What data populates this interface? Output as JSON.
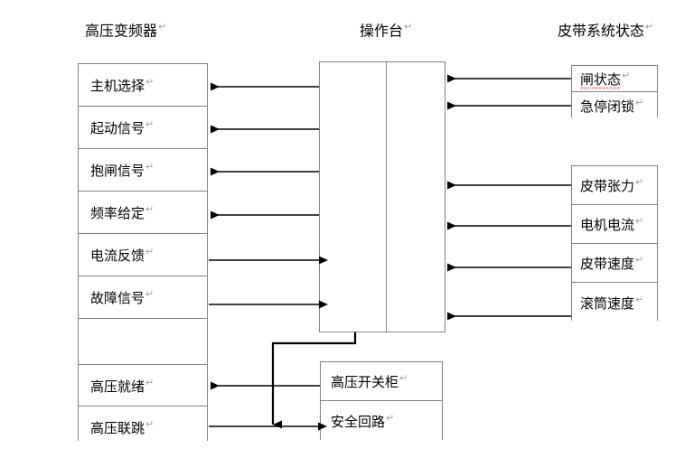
{
  "diagram": {
    "titles": {
      "left": "高压变频器",
      "center": "操作台",
      "right": "皮带系统状态"
    },
    "pilcrow": "↵",
    "colors": {
      "box_border": "#808080",
      "arrow": "#000000",
      "text": "#000000",
      "background": "#ffffff",
      "spellcheck_underline": "#e01b1b"
    },
    "left_column": {
      "name": "高压变频器",
      "rows": [
        {
          "label": "主机选择",
          "direction": "in"
        },
        {
          "label": "起动信号",
          "direction": "in"
        },
        {
          "label": "抱闸信号",
          "direction": "in"
        },
        {
          "label": "频率给定",
          "direction": "in"
        },
        {
          "label": "电流反馈",
          "direction": "out"
        },
        {
          "label": "故障信号",
          "direction": "out"
        },
        {
          "label": "",
          "direction": "none"
        },
        {
          "label": "高压就绪",
          "direction": "in-from-switchgear"
        },
        {
          "label": "高压联跳",
          "direction": "out-to-safety"
        }
      ]
    },
    "center_console": {
      "label": "操作台"
    },
    "right_top_group": {
      "rows": [
        {
          "label": "闸状态",
          "spellcheck": true,
          "direction": "out"
        },
        {
          "label": "急停闭锁",
          "spellcheck": false,
          "direction": "out"
        }
      ]
    },
    "right_bottom_group": {
      "rows": [
        {
          "label": "皮带张力",
          "direction": "out"
        },
        {
          "label": "电机电流",
          "direction": "out"
        },
        {
          "label": "皮带速度",
          "direction": "out"
        },
        {
          "label": "滚筒速度",
          "direction": "out"
        }
      ]
    },
    "bottom_group": {
      "rows": [
        {
          "label": "高压开关柜",
          "direction": "out-to-ready"
        },
        {
          "label": "安全回路",
          "direction": "in-from-trip"
        }
      ]
    }
  }
}
